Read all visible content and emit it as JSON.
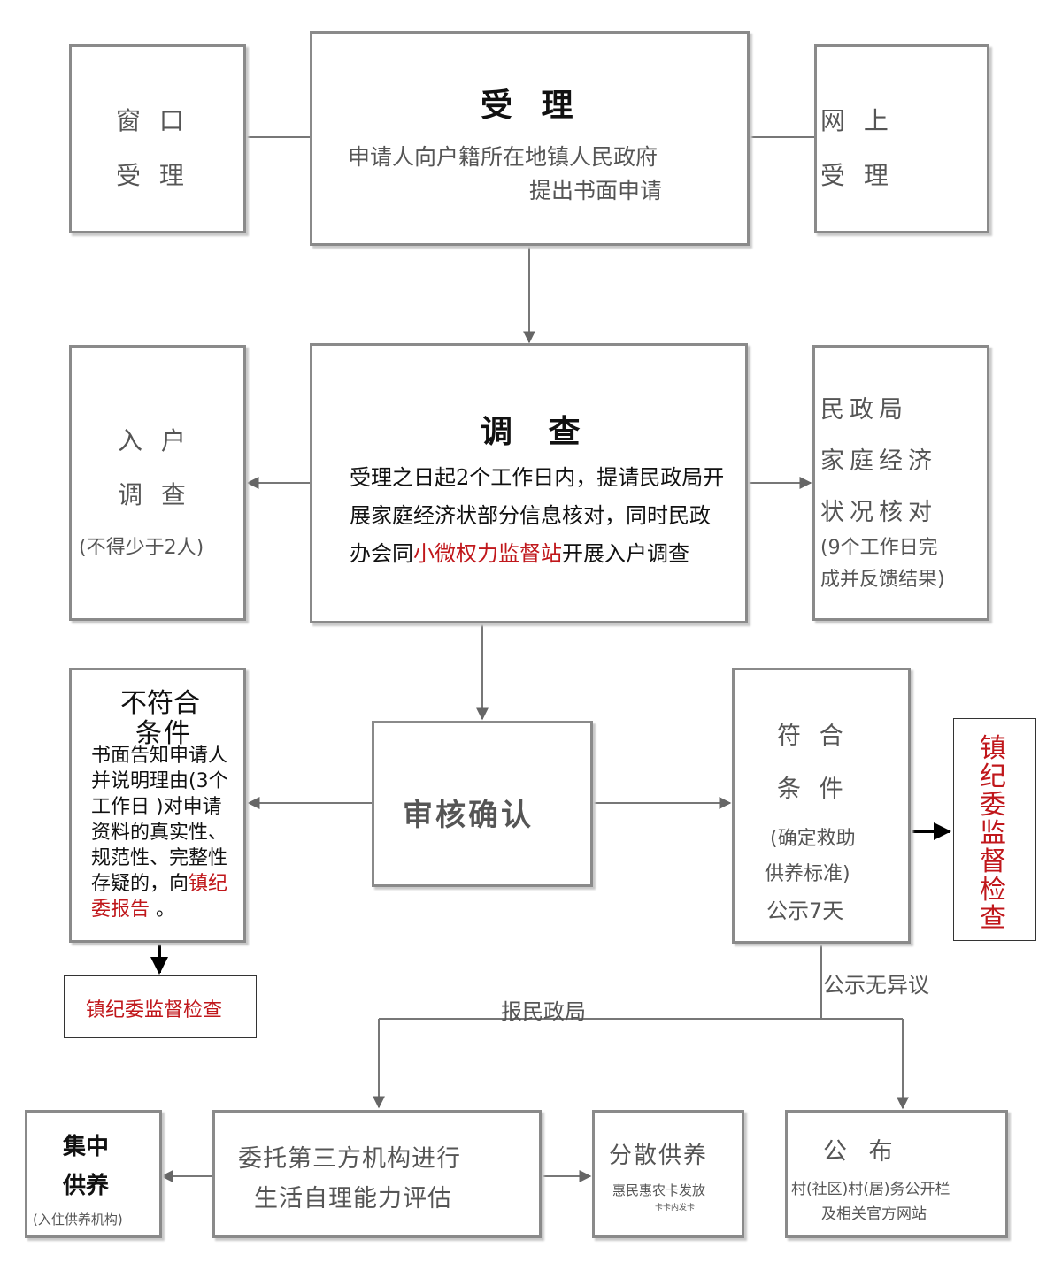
{
  "accept": {
    "title": "受 理",
    "line1": "申请人向户籍所在地镇人民政府",
    "line2": "提出书面申请"
  },
  "window": {
    "line1": "窗 口",
    "line2": "受 理"
  },
  "online": {
    "line1": "网 上",
    "line2": "受 理"
  },
  "investigate": {
    "title": "调 查",
    "text_part1": "受理之日起2个工作日内，提请民政局开展家庭经济状部分信息核对，同时民政办会同",
    "text_red": "小微权力监督站",
    "text_part2": "开展入户调查"
  },
  "home_visit": {
    "line1": "入 户",
    "line2": "调 查",
    "line3": "(不得少于2人)"
  },
  "civil_bureau": {
    "line1": "民政局",
    "line2": "家庭经济",
    "line3": "状况核对",
    "line4": "(9个工作日完",
    "line5": "成并反馈结果)"
  },
  "review": {
    "label": "审核确认"
  },
  "not_qualified": {
    "title1": "不符合",
    "title2": "条件",
    "text_part1": "书面告知申请人并说明理由(3个工作日 )对申请资料的真实性、规范性、完整性存疑的，向",
    "text_red": "镇纪委报告",
    "text_part2": " 。"
  },
  "qualified": {
    "line1": "符 合",
    "line2": "条 件",
    "line3": "(确定救助",
    "line4": "供养标准)",
    "line5": "公示7天"
  },
  "town_discipline_right": {
    "label": "镇纪委监督检查"
  },
  "town_discipline_left": {
    "label": "镇纪委监督检查"
  },
  "edge_labels": {
    "no_objection": "公示无异议",
    "report_bureau": "报民政局"
  },
  "centralized": {
    "line1": "集中",
    "line2": "供养",
    "line3": "(入住供养机构)"
  },
  "third_party": {
    "line1": "委托第三方机构进行",
    "line2": "生活自理能力评估"
  },
  "dispersed": {
    "line1": "分散供养",
    "line2": "惠民惠农卡发放",
    "line3": "卡卡内发卡"
  },
  "publish": {
    "line1": "公 布",
    "line2": "村(社区)村(居)务公开栏",
    "line3": "及相关官方网站"
  },
  "colors": {
    "red": "#c0171b",
    "border": "#8a8a8a",
    "line": "#777777"
  }
}
